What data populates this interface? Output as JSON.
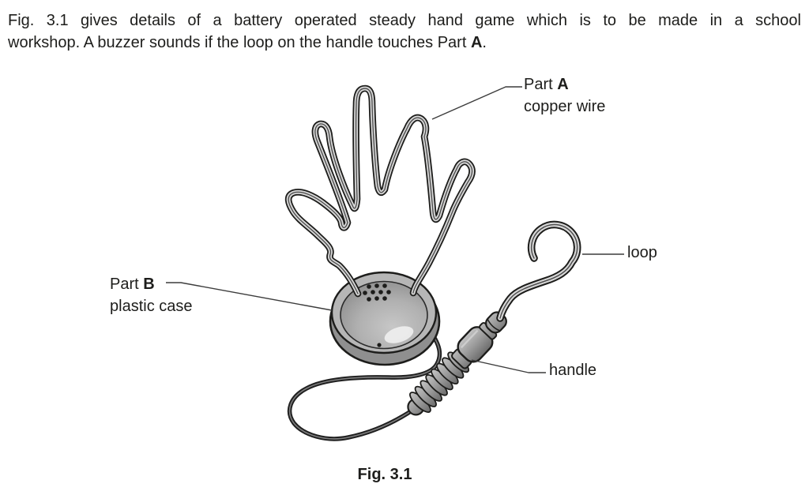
{
  "intro": {
    "line1": "Fig. 3.1 gives details of a battery operated steady hand game which is to be made in a school",
    "line2_pre": "workshop. A buzzer sounds if the loop on the handle touches Part ",
    "line2_bold": "A",
    "line2_post": "."
  },
  "figure": {
    "labels": {
      "part_a": {
        "title_pre": "Part ",
        "title_bold": "A",
        "subtitle": "copper wire"
      },
      "part_b": {
        "title_pre": "Part ",
        "title_bold": "B",
        "subtitle": "plastic case"
      },
      "loop": "loop",
      "handle": "handle"
    },
    "caption": "Fig. 3.1"
  },
  "colors": {
    "text": "#1d1d1b",
    "wire_outline": "#1d1d1b",
    "wire_fill": "#d8d8d8",
    "wire_core": "#4f4f4f",
    "case_rim": "#b6b6b6",
    "case_side": "#8f8f8f",
    "cable": "#1f1f1f",
    "leader_line": "#3c3c3c"
  }
}
